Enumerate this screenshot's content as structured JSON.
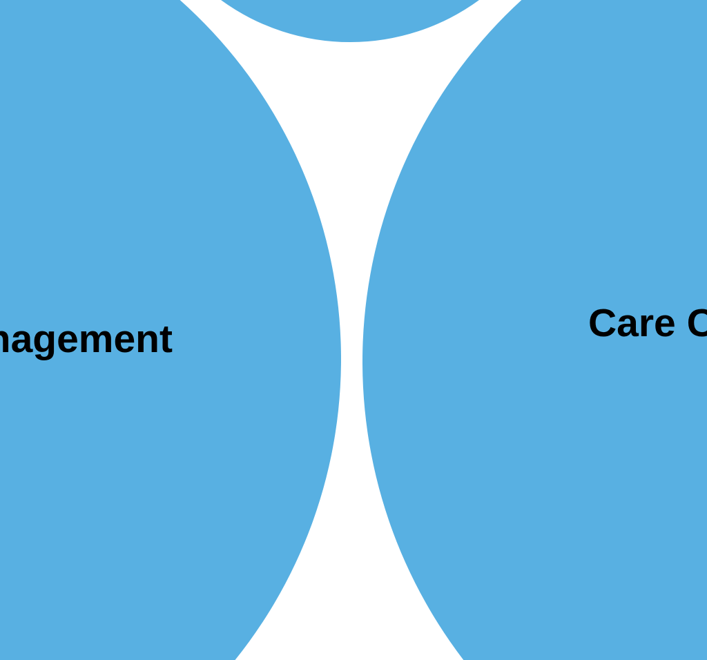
{
  "colors": {
    "node_fill": "#58b0e2",
    "background": "#ffffff",
    "text": "#000000"
  },
  "nodes": [
    {
      "id": "top",
      "label": ""
    },
    {
      "id": "left",
      "label": "nagement"
    },
    {
      "id": "right",
      "label": "Care C"
    }
  ]
}
